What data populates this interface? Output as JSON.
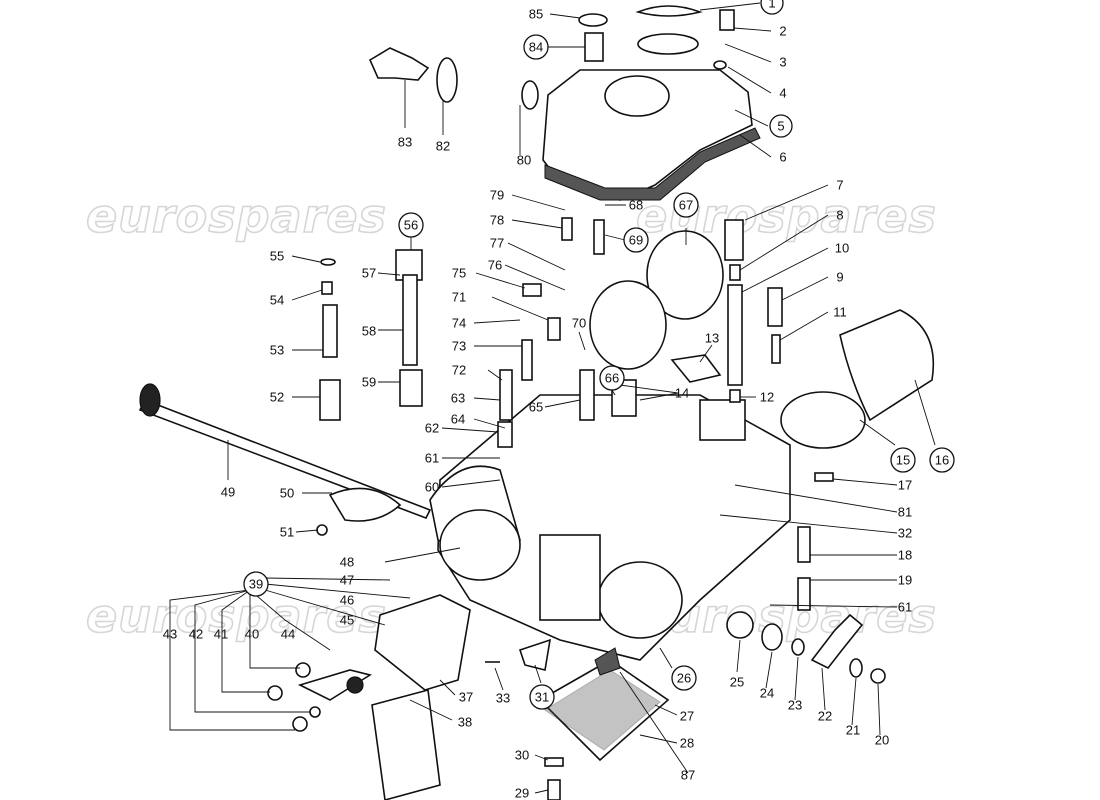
{
  "watermark": "eurospares",
  "callouts": [
    {
      "id": "c1",
      "text": "1",
      "circled": true
    },
    {
      "id": "c2",
      "text": "2",
      "circled": false
    },
    {
      "id": "c3",
      "text": "3",
      "circled": false
    },
    {
      "id": "c4",
      "text": "4",
      "circled": false
    },
    {
      "id": "c5",
      "text": "5",
      "circled": true
    },
    {
      "id": "c6",
      "text": "6",
      "circled": false
    },
    {
      "id": "c7",
      "text": "7",
      "circled": false
    },
    {
      "id": "c8",
      "text": "8",
      "circled": false
    },
    {
      "id": "c9",
      "text": "9",
      "circled": false
    },
    {
      "id": "c10",
      "text": "10",
      "circled": false
    },
    {
      "id": "c11",
      "text": "11",
      "circled": false
    },
    {
      "id": "c12",
      "text": "12",
      "circled": false
    },
    {
      "id": "c13",
      "text": "13",
      "circled": false
    },
    {
      "id": "c14",
      "text": "14",
      "circled": false
    },
    {
      "id": "c15",
      "text": "15",
      "circled": true
    },
    {
      "id": "c16",
      "text": "16",
      "circled": true
    },
    {
      "id": "c17",
      "text": "17",
      "circled": false
    },
    {
      "id": "c18",
      "text": "18",
      "circled": false
    },
    {
      "id": "c19",
      "text": "19",
      "circled": false
    },
    {
      "id": "c20",
      "text": "20",
      "circled": false
    },
    {
      "id": "c21",
      "text": "21",
      "circled": false
    },
    {
      "id": "c22",
      "text": "22",
      "circled": false
    },
    {
      "id": "c23",
      "text": "23",
      "circled": false
    },
    {
      "id": "c24",
      "text": "24",
      "circled": false
    },
    {
      "id": "c25",
      "text": "25",
      "circled": false
    },
    {
      "id": "c26",
      "text": "26",
      "circled": true
    },
    {
      "id": "c27",
      "text": "27",
      "circled": false
    },
    {
      "id": "c28",
      "text": "28",
      "circled": false
    },
    {
      "id": "c29",
      "text": "29",
      "circled": false
    },
    {
      "id": "c30",
      "text": "30",
      "circled": false
    },
    {
      "id": "c31",
      "text": "31",
      "circled": true
    },
    {
      "id": "c32",
      "text": "32",
      "circled": false
    },
    {
      "id": "c33",
      "text": "33",
      "circled": false
    },
    {
      "id": "c37",
      "text": "37",
      "circled": false
    },
    {
      "id": "c38",
      "text": "38",
      "circled": false
    },
    {
      "id": "c39",
      "text": "39",
      "circled": true
    },
    {
      "id": "c40",
      "text": "40",
      "circled": false
    },
    {
      "id": "c41",
      "text": "41",
      "circled": false
    },
    {
      "id": "c42",
      "text": "42",
      "circled": false
    },
    {
      "id": "c43",
      "text": "43",
      "circled": false
    },
    {
      "id": "c44",
      "text": "44",
      "circled": false
    },
    {
      "id": "c45",
      "text": "45",
      "circled": false
    },
    {
      "id": "c46",
      "text": "46",
      "circled": false
    },
    {
      "id": "c47",
      "text": "47",
      "circled": false
    },
    {
      "id": "c48",
      "text": "48",
      "circled": false
    },
    {
      "id": "c49",
      "text": "49",
      "circled": false
    },
    {
      "id": "c50",
      "text": "50",
      "circled": false
    },
    {
      "id": "c51",
      "text": "51",
      "circled": false
    },
    {
      "id": "c52",
      "text": "52",
      "circled": false
    },
    {
      "id": "c53",
      "text": "53",
      "circled": false
    },
    {
      "id": "c54",
      "text": "54",
      "circled": false
    },
    {
      "id": "c55",
      "text": "55",
      "circled": false
    },
    {
      "id": "c56",
      "text": "56",
      "circled": true
    },
    {
      "id": "c57",
      "text": "57",
      "circled": false
    },
    {
      "id": "c58",
      "text": "58",
      "circled": false
    },
    {
      "id": "c59",
      "text": "59",
      "circled": false
    },
    {
      "id": "c60",
      "text": "60",
      "circled": false
    },
    {
      "id": "c61a",
      "text": "61",
      "circled": false
    },
    {
      "id": "c61b",
      "text": "61",
      "circled": false
    },
    {
      "id": "c62",
      "text": "62",
      "circled": false
    },
    {
      "id": "c63",
      "text": "63",
      "circled": false
    },
    {
      "id": "c64",
      "text": "64",
      "circled": false
    },
    {
      "id": "c65",
      "text": "65",
      "circled": false
    },
    {
      "id": "c66",
      "text": "66",
      "circled": true
    },
    {
      "id": "c67",
      "text": "67",
      "circled": true
    },
    {
      "id": "c68",
      "text": "68",
      "circled": false
    },
    {
      "id": "c69",
      "text": "69",
      "circled": true
    },
    {
      "id": "c70",
      "text": "70",
      "circled": false
    },
    {
      "id": "c71",
      "text": "71",
      "circled": false
    },
    {
      "id": "c72",
      "text": "72",
      "circled": false
    },
    {
      "id": "c73",
      "text": "73",
      "circled": false
    },
    {
      "id": "c74",
      "text": "74",
      "circled": false
    },
    {
      "id": "c75",
      "text": "75",
      "circled": false
    },
    {
      "id": "c76",
      "text": "76",
      "circled": false
    },
    {
      "id": "c77",
      "text": "77",
      "circled": false
    },
    {
      "id": "c78",
      "text": "78",
      "circled": false
    },
    {
      "id": "c79",
      "text": "79",
      "circled": false
    },
    {
      "id": "c80",
      "text": "80",
      "circled": false
    },
    {
      "id": "c81",
      "text": "81",
      "circled": false
    },
    {
      "id": "c82",
      "text": "82",
      "circled": false
    },
    {
      "id": "c83",
      "text": "83",
      "circled": false
    },
    {
      "id": "c84",
      "text": "84",
      "circled": true
    },
    {
      "id": "c85",
      "text": "85",
      "circled": false
    },
    {
      "id": "c87",
      "text": "87",
      "circled": false
    }
  ]
}
